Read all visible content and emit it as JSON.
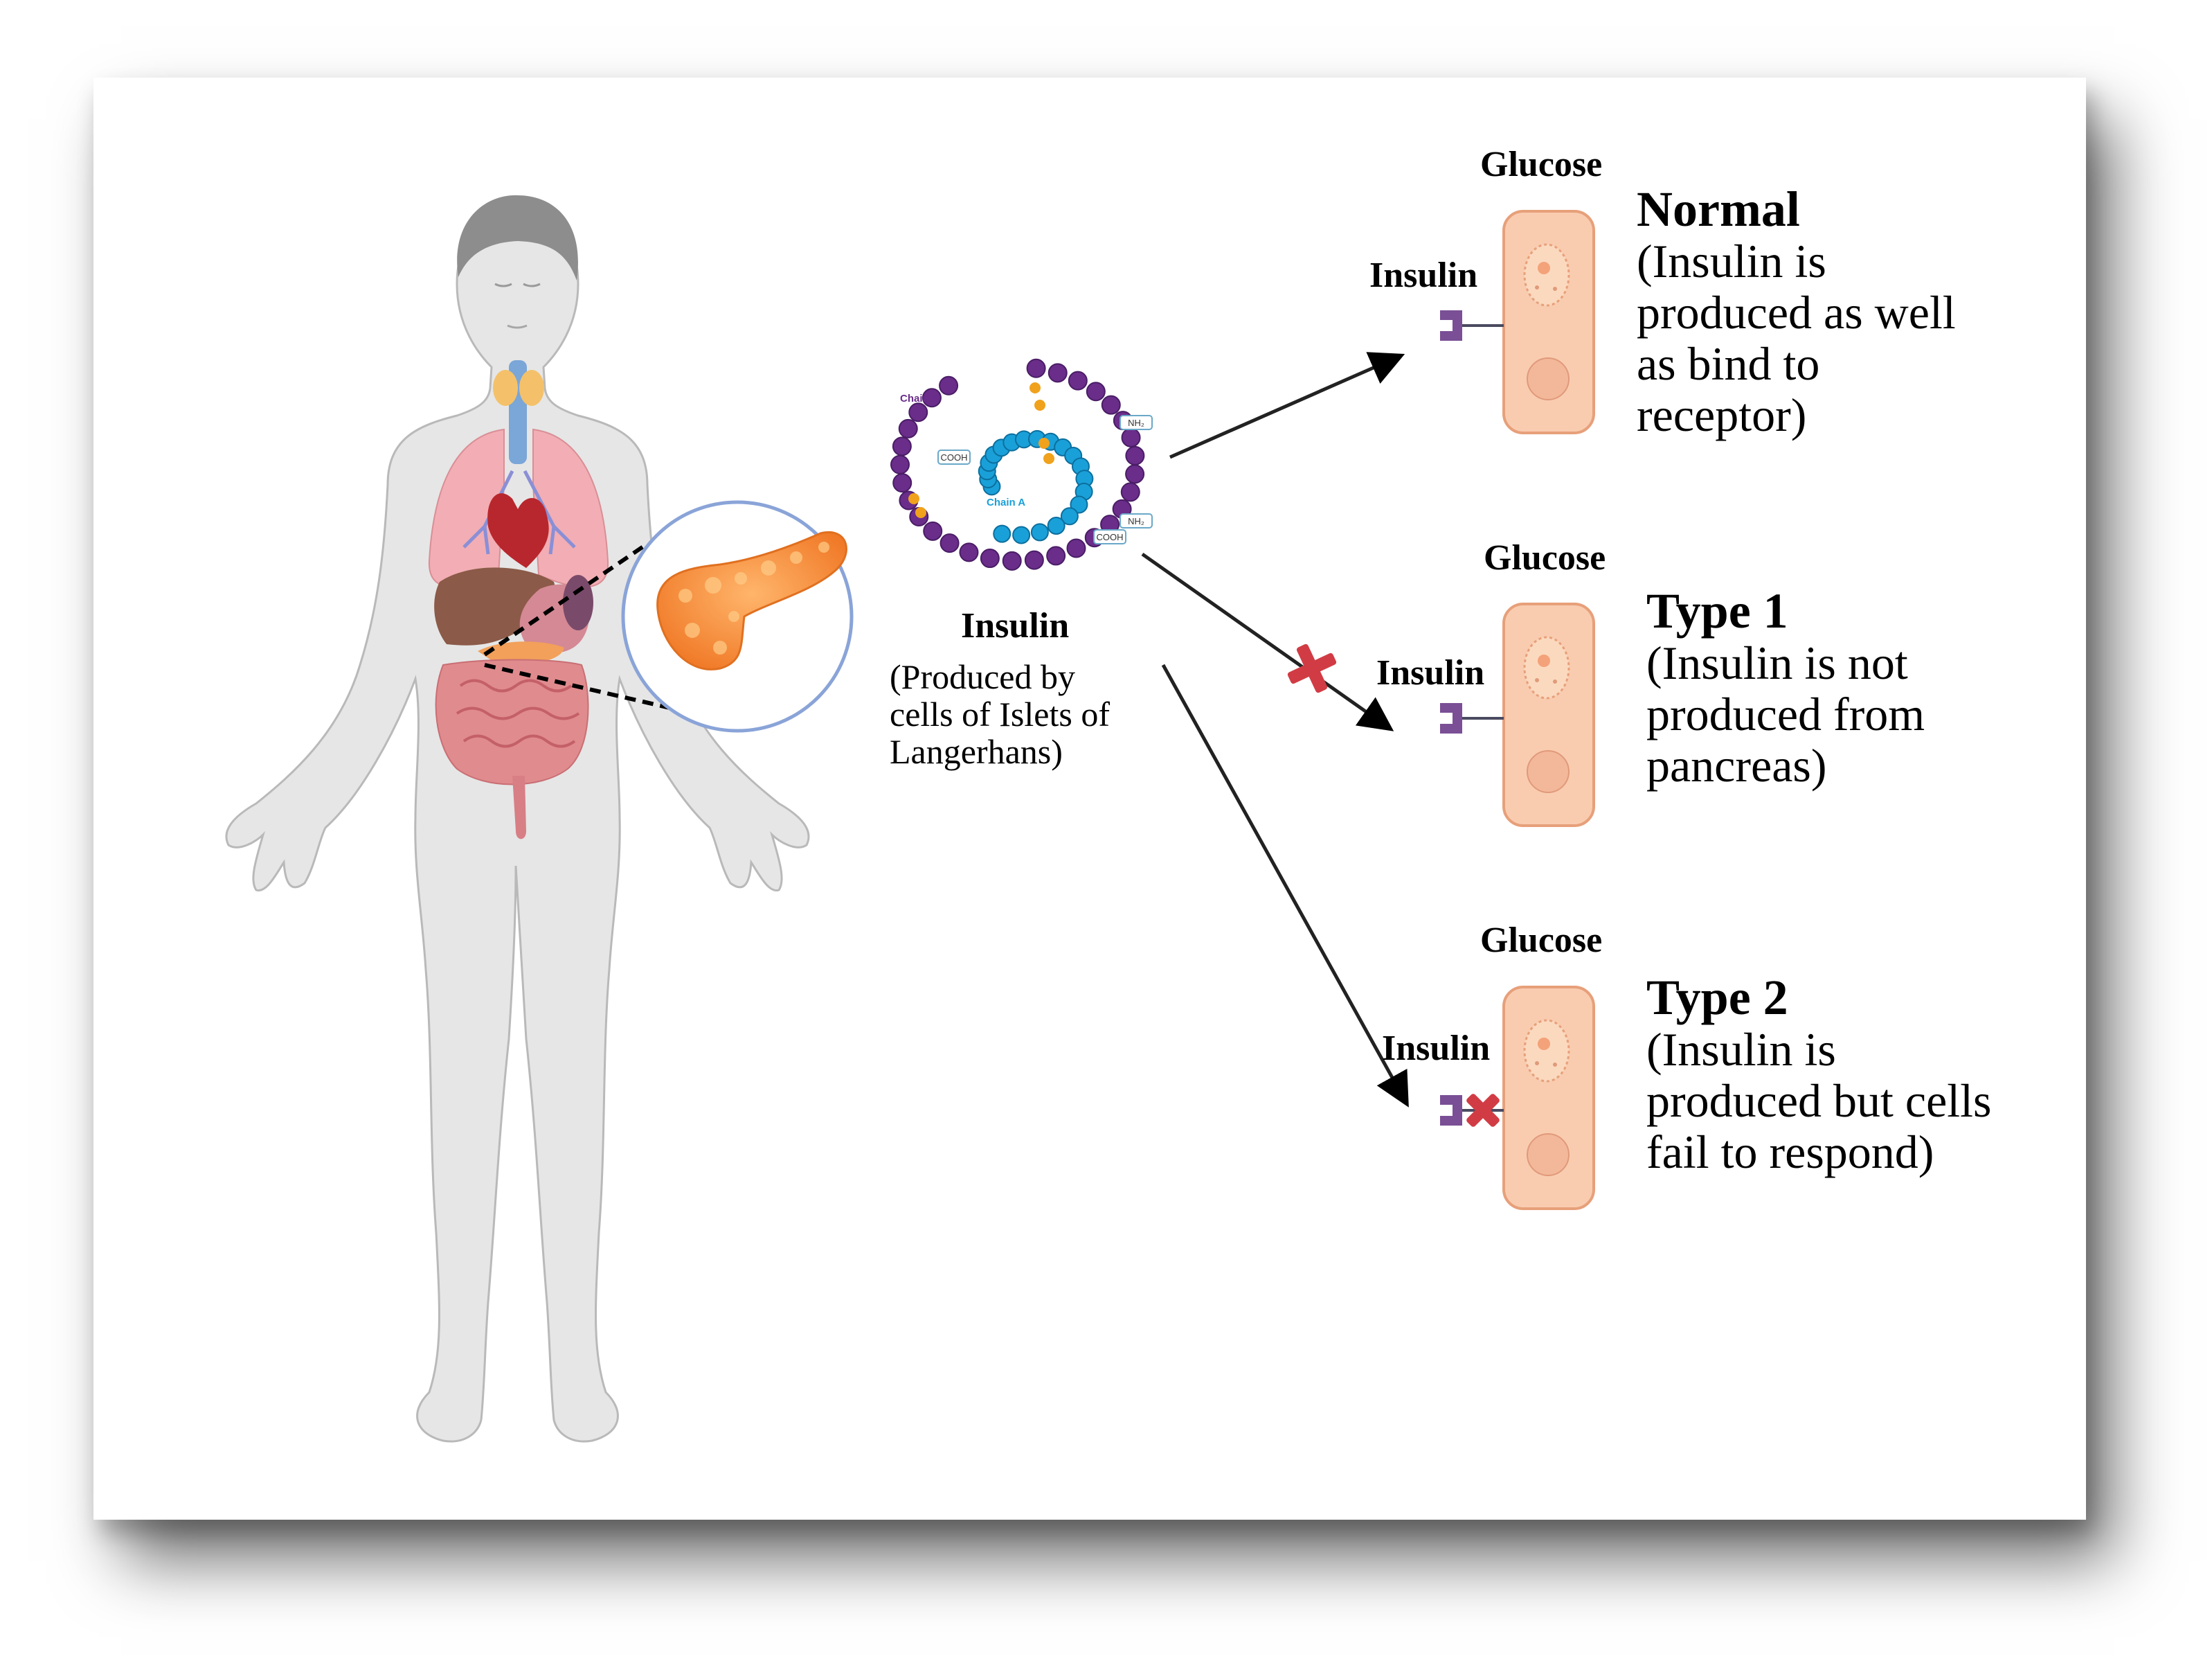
{
  "center": {
    "title": "Insulin",
    "description_lines": [
      "(Produced by",
      "cells of Islets of",
      "Langerhans)"
    ],
    "chain_b": "Chain B",
    "chain_a": "Chain A",
    "cooh": "COOH",
    "nh2": "NH₂"
  },
  "panels": [
    {
      "glucose": "Glucose",
      "insulin": "Insulin",
      "heading": "Normal",
      "lines": [
        "(Insulin is",
        "produced as well",
        "as bind to",
        "receptor)"
      ]
    },
    {
      "glucose": "Glucose",
      "insulin": "Insulin",
      "heading": "Type 1",
      "lines": [
        "(Insulin is not",
        "produced from",
        "pancreas)"
      ]
    },
    {
      "glucose": "Glucose",
      "insulin": "Insulin",
      "heading": "Type 2",
      "lines": [
        "(Insulin is",
        "produced but cells",
        "fail to respond)"
      ]
    }
  ],
  "colors": {
    "cell_fill": "#f9ccb0",
    "cell_stroke": "#e7a07a",
    "receptor": "#7a4f96",
    "block_x": "#d13c44",
    "chain_b": "#6a2d8a",
    "chain_a": "#1aa0d8",
    "disulfide": "#f0a21c"
  }
}
